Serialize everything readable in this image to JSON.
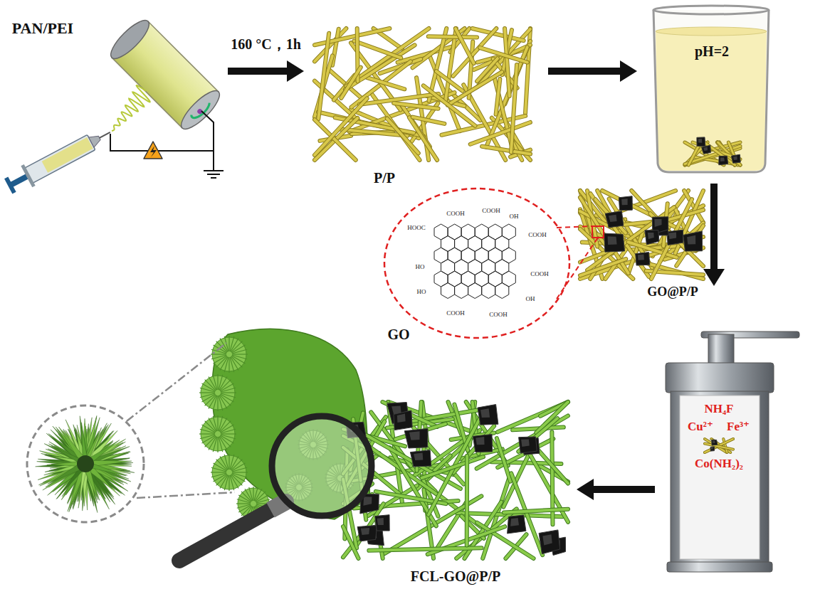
{
  "diagram": {
    "nodes": [
      {
        "text": [
          "PAN/PEI"
        ]
      },
      {
        "text": [
          "P/P"
        ]
      },
      {
        "text": [
          "pH=2"
        ]
      },
      {
        "text": [
          "GO"
        ]
      },
      {
        "text": [
          "GO@P/P"
        ]
      },
      {
        "text": [
          "NH₄F",
          "Cu²⁺",
          "Fe³⁺",
          "Co(NH₂)₂"
        ]
      },
      {
        "text": [
          "FCL-GO@P/P"
        ]
      }
    ],
    "edges": [
      {
        "from": 0,
        "to": 1,
        "arrow": "to",
        "label": "160 °C，1h"
      },
      {
        "from": 1,
        "to": 2,
        "arrow": "to"
      },
      {
        "from": 2,
        "to": 5,
        "arrow": "to"
      },
      {
        "from": 5,
        "to": 6,
        "arrow": "to"
      }
    ],
    "labels": [
      "HOOC",
      "COOH",
      "COOH",
      "OH",
      "COOH",
      "COOH",
      "HO",
      "HO",
      "COOH",
      "COOH",
      "OH"
    ]
  }
}
